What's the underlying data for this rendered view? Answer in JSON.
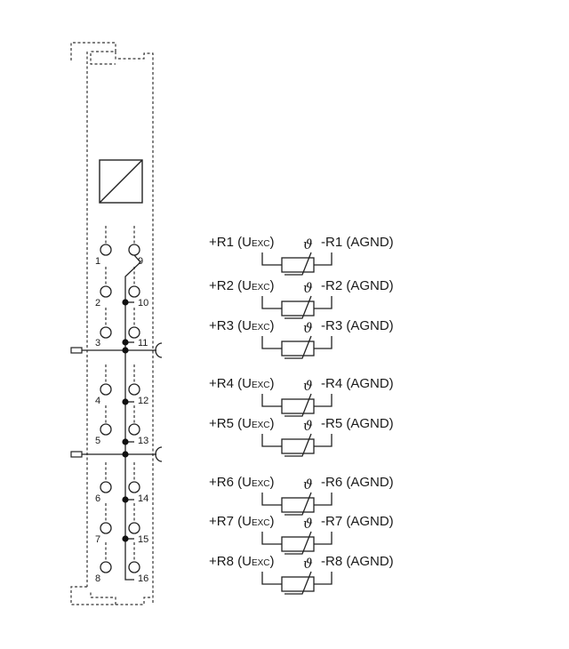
{
  "diagram": {
    "terminals_left": [
      "1",
      "2",
      "3",
      "4",
      "5",
      "6",
      "7",
      "8"
    ],
    "terminals_right": [
      "9",
      "10",
      "11",
      "12",
      "13",
      "14",
      "15",
      "16"
    ],
    "connections": [
      {
        "plus_label": "+R1 (U",
        "plus_sub": "EXC",
        "plus_close": ")",
        "minus_label": "-R1 (AGND)"
      },
      {
        "plus_label": "+R2 (U",
        "plus_sub": "EXC",
        "plus_close": ")",
        "minus_label": "-R2 (AGND)"
      },
      {
        "plus_label": "+R3 (U",
        "plus_sub": "EXC",
        "plus_close": ")",
        "minus_label": "-R3 (AGND)"
      },
      {
        "plus_label": "+R4 (U",
        "plus_sub": "EXC",
        "plus_close": ")",
        "minus_label": "-R4 (AGND)"
      },
      {
        "plus_label": "+R5 (U",
        "plus_sub": "EXC",
        "plus_close": ")",
        "minus_label": "-R5 (AGND)"
      },
      {
        "plus_label": "+R6 (U",
        "plus_sub": "EXC",
        "plus_close": ")",
        "minus_label": "-R6 (AGND)"
      },
      {
        "plus_label": "+R7 (U",
        "plus_sub": "EXC",
        "plus_close": ")",
        "minus_label": "-R7 (AGND)"
      },
      {
        "plus_label": "+R8 (U",
        "plus_sub": "EXC",
        "plus_close": ")",
        "minus_label": "-R8 (AGND)"
      }
    ],
    "temperature_symbol": "ϑ",
    "icons": [
      "module-housing",
      "converter-symbol-icon",
      "terminal-icon",
      "thermistor-icon",
      "shield-clamp-icon"
    ]
  }
}
